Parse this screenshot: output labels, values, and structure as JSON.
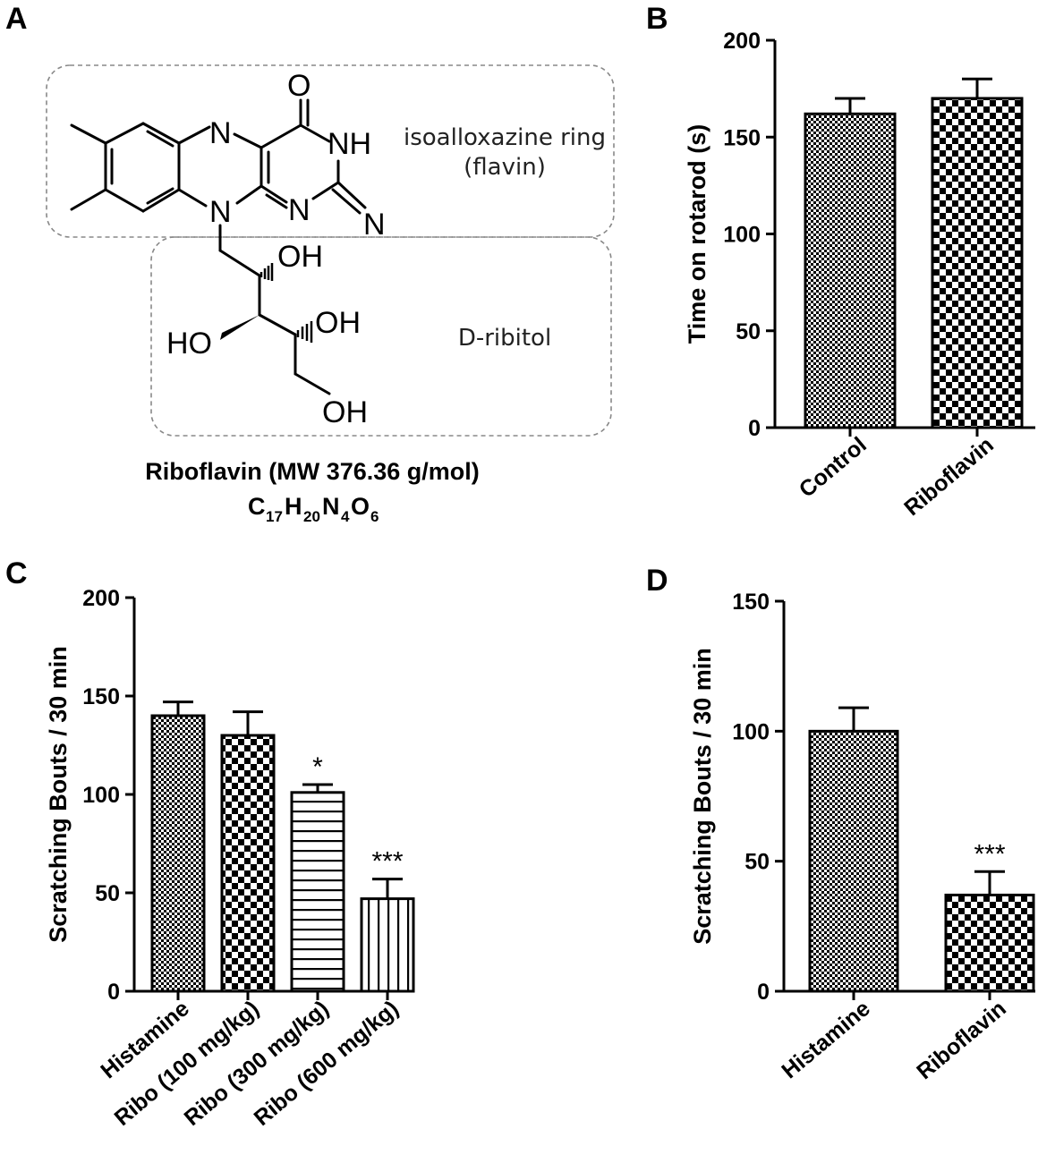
{
  "panels": {
    "a": "A",
    "b": "B",
    "c": "C",
    "d": "D"
  },
  "structure": {
    "labels": {
      "carbonyl_o": "O",
      "nh": "NH",
      "n_top": "N",
      "n_bottom": "N",
      "n_ring": "N",
      "n_imine": "N",
      "oh1": "OH",
      "oh2": "OH",
      "ho": "HO",
      "oh3": "OH"
    },
    "ring_note_1": "isoalloxazine ring",
    "ring_note_2": "(flavin)",
    "ribitol_note": "D-ribitol",
    "caption": "Riboflavin (MW 376.36 g/mol)",
    "formula": {
      "c": "C",
      "c_n": "17",
      "h": "H",
      "h_n": "20",
      "n": "N",
      "n_n": "4",
      "o": "O",
      "o_n": "6"
    }
  },
  "chart_data": [
    {
      "panel": "B",
      "type": "bar",
      "ylabel": "Time on rotarod (s)",
      "categories": [
        "Control",
        "Riboflavin"
      ],
      "values": [
        162,
        170
      ],
      "errors": [
        8,
        10
      ],
      "patterns": [
        "fine-check",
        "coarse-check"
      ],
      "ylim": [
        0,
        200
      ],
      "yticks": [
        0,
        50,
        100,
        150,
        200
      ],
      "annotations": [
        "",
        ""
      ]
    },
    {
      "panel": "C",
      "type": "bar",
      "ylabel": "Scratching Bouts / 30 min",
      "categories": [
        "Histamine",
        "Ribo (100 mg/kg)",
        "Ribo (300 mg/kg)",
        "Ribo (600 mg/kg)"
      ],
      "values": [
        140,
        130,
        101,
        47
      ],
      "errors": [
        7,
        12,
        4,
        10
      ],
      "patterns": [
        "fine-check",
        "coarse-check",
        "hstripe",
        "vstripe"
      ],
      "ylim": [
        0,
        200
      ],
      "yticks": [
        0,
        50,
        100,
        150,
        200
      ],
      "annotations": [
        "",
        "",
        "*",
        "***"
      ]
    },
    {
      "panel": "D",
      "type": "bar",
      "ylabel": "Scratching Bouts / 30 min",
      "categories": [
        "Histamine",
        "Riboflavin"
      ],
      "values": [
        100,
        37
      ],
      "errors": [
        9,
        9
      ],
      "patterns": [
        "fine-check",
        "coarse-check"
      ],
      "ylim": [
        0,
        150
      ],
      "yticks": [
        0,
        50,
        100,
        150
      ],
      "annotations": [
        "",
        "***"
      ]
    }
  ]
}
